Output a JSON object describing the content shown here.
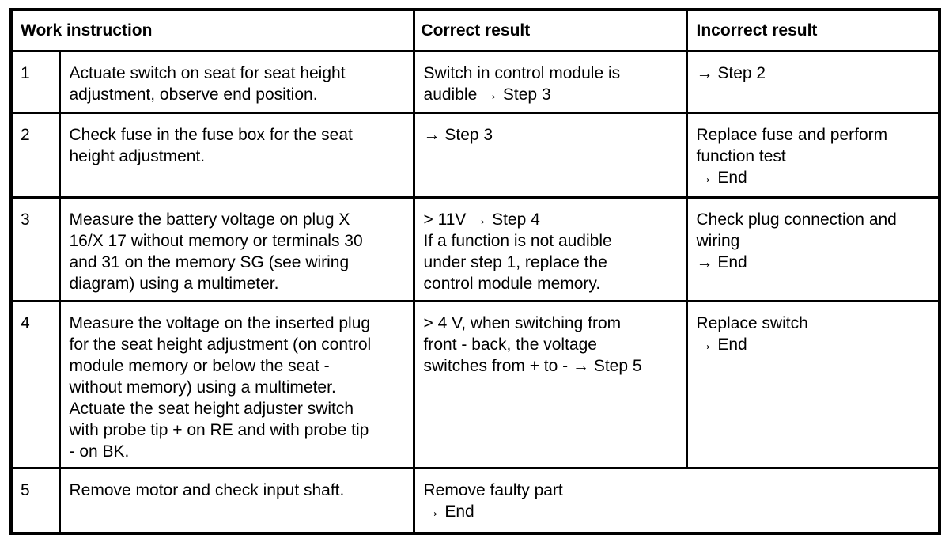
{
  "table": {
    "headers": {
      "work_instruction": "Work instruction",
      "correct_result": "Correct result",
      "incorrect_result": "Incorrect result"
    },
    "rows": [
      {
        "step": "1",
        "instruction": "Actuate switch on seat for seat height adjustment, observe end position.",
        "correct": "Switch in control module is audible → Step 3",
        "incorrect": "→ Step 2"
      },
      {
        "step": "2",
        "instruction": "Check fuse in the fuse box for the seat height adjustment.",
        "correct": "→ Step 3",
        "incorrect": "Replace fuse and perform function test\n→ End"
      },
      {
        "step": "3",
        "instruction": "Measure the battery voltage on plug X 16/X 17 without memory or terminals 30 and 31 on the memory SG (see wiring diagram) using a multimeter.",
        "correct": "> 11V → Step 4\nIf a function is not audible under step 1, replace the control module memory.",
        "incorrect": "Check plug connection and wiring\n→ End"
      },
      {
        "step": "4",
        "instruction": "Measure the voltage on the inserted plug for the seat height adjustment (on control module memory or below the seat - without memory) using a multimeter. Actuate the seat height adjuster switch with probe tip + on RE and with probe tip\n- on BK.",
        "correct": "> 4 V, when switching from front - back, the voltage switches from + to - → Step 5",
        "incorrect": "Replace switch\n→ End"
      },
      {
        "step": "5",
        "instruction": "Remove motor and check input shaft.",
        "result_span": "Remove faulty part\n→ End"
      }
    ]
  }
}
